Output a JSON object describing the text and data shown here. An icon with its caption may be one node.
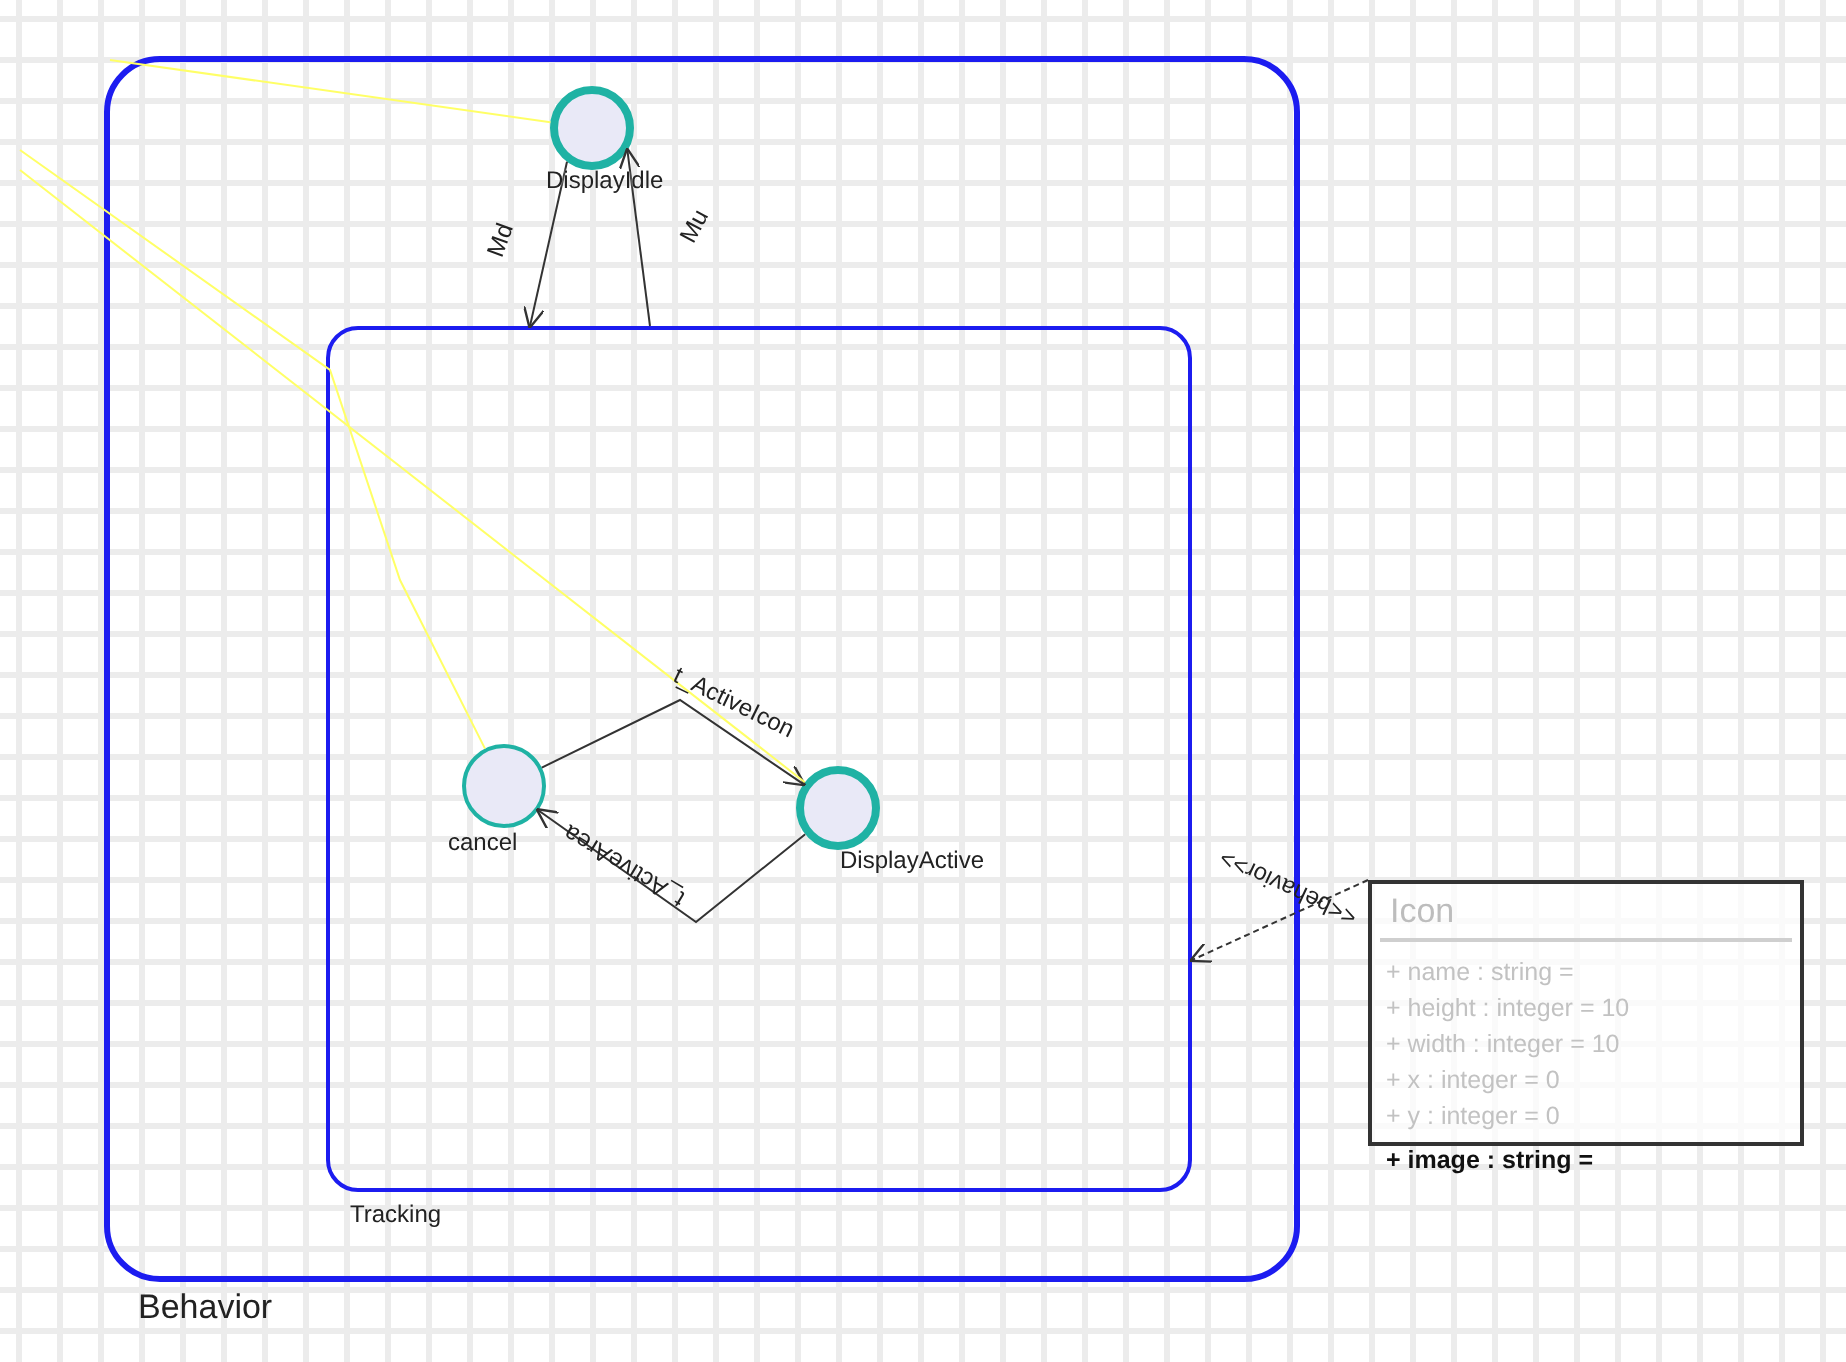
{
  "diagram": {
    "nodes": [
      {
        "text": [
          "Behavior"
        ]
      },
      {
        "text": [
          "Tracking"
        ],
        "in": 0
      },
      {
        "text": [
          "DisplayIdle"
        ],
        "in": 0
      },
      {
        "text": [
          "cancel"
        ],
        "in": 1
      },
      {
        "text": [
          "DisplayActive"
        ],
        "in": 1
      },
      {
        "text": [
          "Icon",
          "+ name : string =",
          "+ height : integer = 10",
          "+ width : integer = 10",
          "+ x : integer = 0",
          "+ y : integer = 0",
          "+ image : string ="
        ]
      }
    ],
    "edges": [
      {
        "from": 2,
        "to": 1,
        "arrow": "to",
        "label": "Md"
      },
      {
        "from": 1,
        "to": 2,
        "arrow": "to",
        "label": "Mu"
      },
      {
        "from": 3,
        "to": 4,
        "arrow": "to",
        "label": "t_ActiveIcon"
      },
      {
        "from": 4,
        "to": 3,
        "arrow": "to",
        "label": "t_ActiveArea"
      },
      {
        "from": 5,
        "to": 1,
        "arrow": "to",
        "label": "<<behavior>>",
        "style": "dashed"
      },
      {
        "from": null,
        "to": 2,
        "arrow": "none",
        "color": "#ffff66"
      },
      {
        "from": null,
        "to": 3,
        "arrow": "none",
        "color": "#ffff66"
      },
      {
        "from": null,
        "to": 4,
        "arrow": "none",
        "color": "#ffff66"
      }
    ]
  }
}
